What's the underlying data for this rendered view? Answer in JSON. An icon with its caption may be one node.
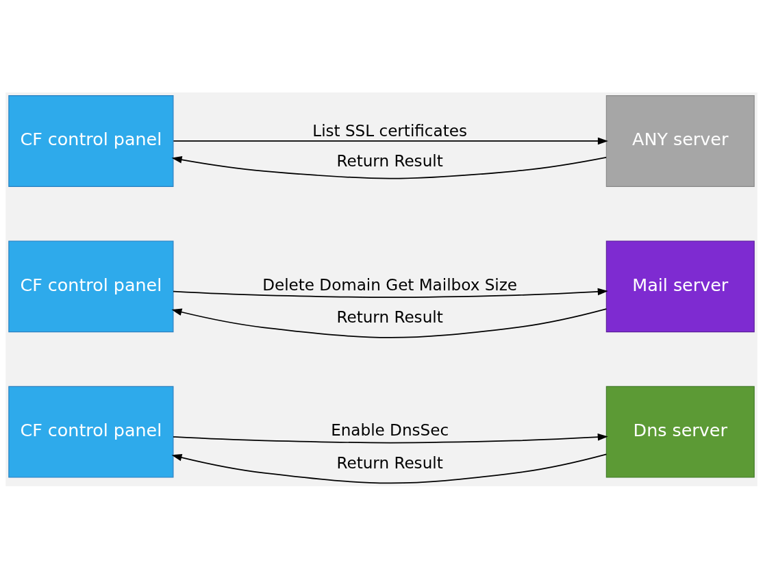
{
  "diagram": {
    "nodes": [
      {
        "text": [
          "CF control panel"
        ]
      },
      {
        "text": [
          "Dns server"
        ]
      },
      {
        "text": [
          "CF control panel"
        ]
      },
      {
        "text": [
          "Mail server"
        ]
      },
      {
        "text": [
          "CF control panel"
        ]
      },
      {
        "text": [
          "ANY server"
        ]
      }
    ],
    "edges": [
      {
        "from": 0,
        "to": 1,
        "arrow": "to",
        "label": "Enable DnsSec"
      },
      {
        "from": 1,
        "to": 0,
        "arrow": "to",
        "label": "Return Result"
      },
      {
        "from": 2,
        "to": 3,
        "arrow": "to",
        "label": "Delete Domain Get Mailbox Size"
      },
      {
        "from": 3,
        "to": 2,
        "arrow": "to",
        "label": "Return Result"
      },
      {
        "from": 4,
        "to": 5,
        "arrow": "to",
        "label": "List SSL certificates"
      },
      {
        "from": 5,
        "to": 4,
        "arrow": "to",
        "label": "Return Result"
      }
    ]
  }
}
